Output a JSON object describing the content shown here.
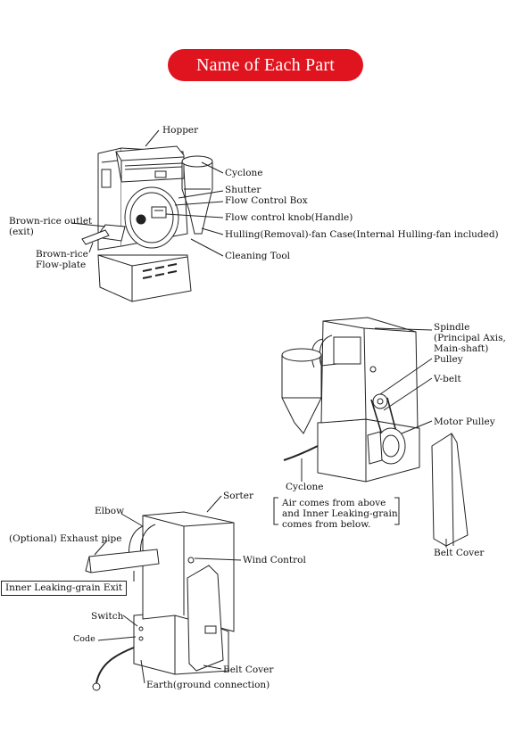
{
  "title": "Name of Each Part",
  "diagram1": {
    "hopper": "Hopper",
    "cyclone": "Cyclone",
    "shutter": "Shutter",
    "flow_control_box": "Flow Control Box",
    "flow_control_knob": "Flow control knob(Handle)",
    "brown_rice_outlet_1": "Brown-rice outlet",
    "brown_rice_outlet_2": "(exit)",
    "hulling_fan_case": "Hulling(Removal)-fan Case(Internal Hulling-fan included)",
    "brown_rice_plate_1": "Brown-rice",
    "brown_rice_plate_2": "Flow-plate",
    "cleaning_tool": "Cleaning Tool"
  },
  "diagram2": {
    "spindle_1": "Spindle",
    "spindle_2": "(Principal Axis,",
    "spindle_3": "Main-shaft)",
    "spindle_4": "Pulley",
    "v_belt": "V-belt",
    "motor_pulley": "Motor Pulley",
    "cyclone": "Cyclone",
    "note_1": "Air comes from above",
    "note_2": "and Inner Leaking-grain",
    "note_3": "comes from below.",
    "belt_cover": "Belt Cover"
  },
  "diagram3": {
    "sorter": "Sorter",
    "elbow": "Elbow",
    "exhaust_pipe": "(Optional) Exhaust pipe",
    "wind_control": "Wind Control",
    "inner_leaking_exit": "Inner Leaking-grain Exit",
    "switch": "Switch",
    "code": "Code",
    "belt_cover": "Belt Cover",
    "earth": "Earth(ground connection)"
  }
}
